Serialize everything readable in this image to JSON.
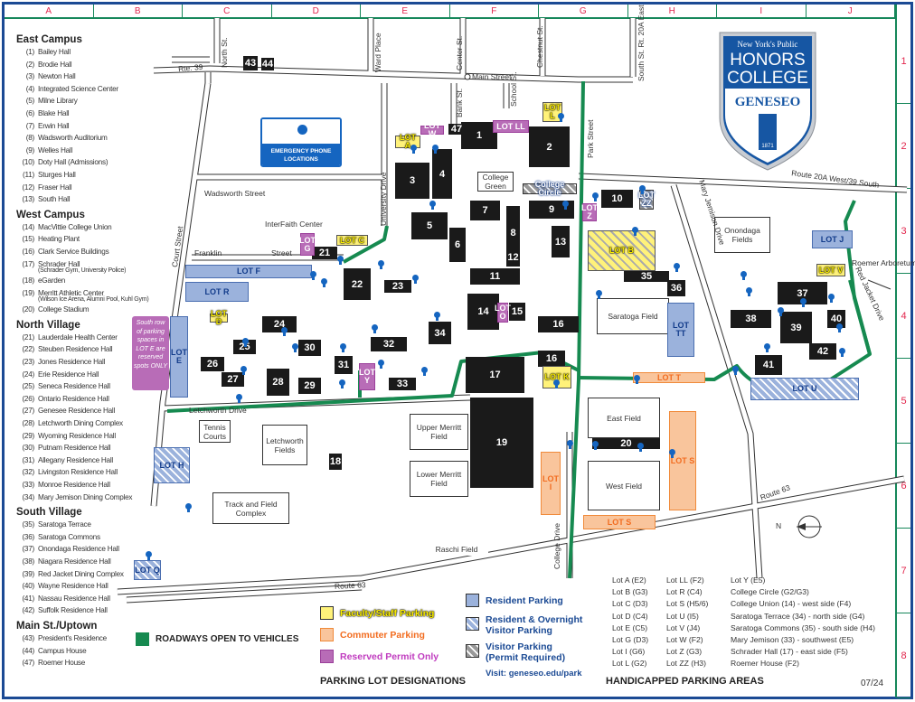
{
  "grid": {
    "columns": [
      "A",
      "B",
      "C",
      "D",
      "E",
      "F",
      "G",
      "H",
      "I",
      "J"
    ],
    "rows": [
      "1",
      "2",
      "3",
      "4",
      "5",
      "6",
      "7",
      "8"
    ]
  },
  "directory": [
    {
      "title": "East Campus",
      "items": [
        {
          "n": "(1)",
          "name": "Bailey Hall"
        },
        {
          "n": "(2)",
          "name": "Brodie Hall"
        },
        {
          "n": "(3)",
          "name": "Newton Hall"
        },
        {
          "n": "(4)",
          "name": "Integrated Science Center"
        },
        {
          "n": "(5)",
          "name": "Milne Library"
        },
        {
          "n": "(6)",
          "name": "Blake Hall"
        },
        {
          "n": "(7)",
          "name": "Erwin Hall"
        },
        {
          "n": "(8)",
          "name": "Wadsworth Auditorium"
        },
        {
          "n": "(9)",
          "name": "Welles Hall"
        },
        {
          "n": "(10)",
          "name": "Doty Hall (Admissions)"
        },
        {
          "n": "(11)",
          "name": "Sturges Hall"
        },
        {
          "n": "(12)",
          "name": "Fraser Hall"
        },
        {
          "n": "(13)",
          "name": "South Hall"
        }
      ]
    },
    {
      "title": "West Campus",
      "items": [
        {
          "n": "(14)",
          "name": "MacVittie College Union"
        },
        {
          "n": "(15)",
          "name": "Heating Plant"
        },
        {
          "n": "(16)",
          "name": "Clark Service Buildings"
        },
        {
          "n": "(17)",
          "name": "Schrader Hall",
          "sub": "(Schrader Gym, University Police)"
        },
        {
          "n": "(18)",
          "name": "eGarden"
        },
        {
          "n": "(19)",
          "name": "Merritt Athletic Center",
          "sub": "(Wilson Ice Arena, Alumni Pool, Kuhl Gym)"
        },
        {
          "n": "(20)",
          "name": "College Stadium"
        }
      ]
    },
    {
      "title": "North Village",
      "items": [
        {
          "n": "(21)",
          "name": "Lauderdale Health Center"
        },
        {
          "n": "(22)",
          "name": "Steuben Residence Hall"
        },
        {
          "n": "(23)",
          "name": "Jones Residence Hall"
        },
        {
          "n": "(24)",
          "name": "Erie Residence Hall"
        },
        {
          "n": "(25)",
          "name": "Seneca Residence Hall"
        },
        {
          "n": "(26)",
          "name": "Ontario Residence Hall"
        },
        {
          "n": "(27)",
          "name": "Genesee Residence Hall"
        },
        {
          "n": "(28)",
          "name": "Letchworth Dining Complex"
        },
        {
          "n": "(29)",
          "name": "Wyoming Residence Hall"
        },
        {
          "n": "(30)",
          "name": "Putnam Residence Hall"
        },
        {
          "n": "(31)",
          "name": "Allegany Residence Hall"
        },
        {
          "n": "(32)",
          "name": "Livingston Residence Hall"
        },
        {
          "n": "(33)",
          "name": "Monroe Residence Hall"
        },
        {
          "n": "(34)",
          "name": "Mary Jemison Dining Complex"
        }
      ]
    },
    {
      "title": "South Village",
      "items": [
        {
          "n": "(35)",
          "name": "Saratoga Terrace"
        },
        {
          "n": "(36)",
          "name": "Saratoga Commons"
        },
        {
          "n": "(37)",
          "name": "Onondaga Residence Hall"
        },
        {
          "n": "(38)",
          "name": "Niagara Residence Hall"
        },
        {
          "n": "(39)",
          "name": "Red Jacket Dining Complex"
        },
        {
          "n": "(40)",
          "name": "Wayne Residence Hall"
        },
        {
          "n": "(41)",
          "name": "Nassau Residence Hall"
        },
        {
          "n": "(42)",
          "name": "Suffolk Residence Hall"
        }
      ]
    },
    {
      "title": "Main St./Uptown",
      "items": [
        {
          "n": "(43)",
          "name": "President's Residence"
        },
        {
          "n": "(44)",
          "name": "Campus House"
        },
        {
          "n": "(47)",
          "name": "Roemer House"
        }
      ]
    }
  ],
  "logo": {
    "line1": "New York's Public",
    "line2": "HONORS",
    "line3": "COLLEGE",
    "line4": "GENESEO",
    "year": "1871"
  },
  "emergency": {
    "label": "EMERGENCY PHONE LOCATIONS"
  },
  "note": "South row of parking spaces in LOT E are reserved spots ONLY",
  "buildings": [
    "1",
    "2",
    "3",
    "4",
    "5",
    "6",
    "7",
    "8",
    "9",
    "10",
    "11",
    "12",
    "13",
    "14",
    "15",
    "16",
    "16",
    "17",
    "18",
    "19",
    "20",
    "21",
    "22",
    "23",
    "24",
    "25",
    "26",
    "27",
    "28",
    "29",
    "30",
    "31",
    "32",
    "33",
    "34",
    "35",
    "36",
    "37",
    "38",
    "39",
    "40",
    "41",
    "42",
    "43",
    "44",
    "47"
  ],
  "lots": [
    "LOT A",
    "LOT B",
    "LOT C",
    "LOT D",
    "LOT E",
    "LOT F",
    "LOT G",
    "LOT H",
    "LOT I",
    "LOT J",
    "LOT K",
    "LOT L",
    "LOT LL",
    "LOT O",
    "LOT Q",
    "LOT R",
    "LOT S",
    "LOT S",
    "LOT T",
    "LOT TT",
    "LOT U",
    "LOT V",
    "LOT W",
    "LOT Y",
    "LOT Z",
    "LOT ZZ",
    "College Circle"
  ],
  "streets": [
    "Rte. 39",
    "North St.",
    "Ward Place",
    "Center St.",
    "Chestnut St.",
    "Main Street",
    "Bank St.",
    "School St.",
    "South St. Rt. 20A East",
    "Park Street",
    "Court Street",
    "Wadsworth Street",
    "University Drive",
    "Franklin",
    "Street",
    "InterFaith Center",
    "Route 20A West/39 South",
    "Mary Jemison Drive",
    "Red Jacket Drive",
    "Roemer Arboretum",
    "Letchworth Drive",
    "College Drive",
    "Route 63",
    "Route 63",
    "N"
  ],
  "fields": [
    "College Green",
    "Onondaga Fields",
    "Saratoga Field",
    "Upper Merritt Field",
    "Lower Merritt Field",
    "East Field",
    "West Field",
    "Letchworth Fields",
    "Tennis Courts",
    "Track and Field Complex",
    "Raschi Field"
  ],
  "legend": {
    "roadways": "ROADWAYS OPEN TO VEHICLES",
    "faculty": "Faculty/Staff Parking",
    "commuter": "Commuter Parking",
    "reserved": "Reserved Permit Only",
    "designations": "PARKING LOT DESIGNATIONS",
    "resident": "Resident Parking",
    "overnight": "Resident & Overnight Visitor Parking",
    "visitor": "Visitor Parking (Permit Required)",
    "visit": "Visit: geneseo.edu/park",
    "colors": {
      "road": "#168a50",
      "faculty": "#fff27a",
      "commuter": "#f9c59c",
      "reserved": "#b86cb7",
      "resident": "#9bb2dc"
    }
  },
  "handicapped": {
    "title": "HANDICAPPED PARKING AREAS",
    "col1": [
      "Lot A (E2)",
      "Lot B (G3)",
      "Lot C (D3)",
      "Lot D (C4)",
      "Lot E (C5)",
      "Lot G (D3)",
      "Lot I (G6)",
      "Lot L (G2)"
    ],
    "col2": [
      "Lot LL (F2)",
      "Lot R (C4)",
      "Lot S (H5/6)",
      "Lot U (I5)",
      "Lot V (J4)",
      "Lot W (F2)",
      "Lot Z (G3)",
      "Lot ZZ (H3)"
    ],
    "col3": [
      "Lot Y (E5)",
      "College Circle (G2/G3)",
      "College Union (14) - west side (F4)",
      "Saratoga Terrace (34) - north side (G4)",
      "Saratoga Commons (35) - south side (H4)",
      "Mary Jemison (33) - southwest (E5)",
      "Schrader Hall (17) - east side (F5)",
      "Roemer House (F2)"
    ]
  },
  "date": "07/24"
}
